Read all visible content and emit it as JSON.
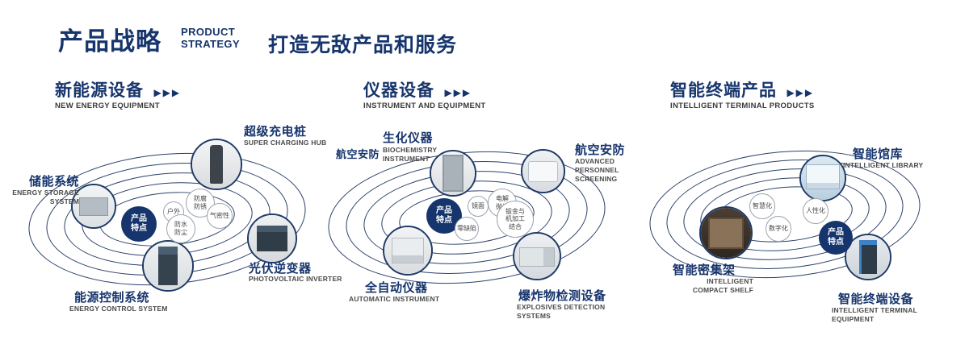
{
  "header": {
    "title_cn": "产品战略",
    "title_en_line1": "PRODUCT",
    "title_en_line2": "STRATEGY",
    "slogan": "打造无敌产品和服务"
  },
  "icons": {
    "triple_arrow": "▶▶▶"
  },
  "colors": {
    "navy": "#17356d",
    "ring": "#2c4168",
    "bubble_border": "#9aa3ad"
  },
  "sections": [
    {
      "title": "新能源设备",
      "subtitle": "NEW ENERGY EQUIPMENT",
      "center_label": "产品特点",
      "features": [
        "户外",
        "防腐防锈",
        "气密性",
        "防水防尘"
      ],
      "products": [
        {
          "name": "储能系统",
          "name_en": "ENERGY STORAGE SYSTEM"
        },
        {
          "name": "超级充电桩",
          "name_en": "SUPER CHARGING HUB"
        },
        {
          "name": "光伏逆变器",
          "name_en": "PHOTOVOLTAIC INVERTER"
        },
        {
          "name": "能源控制系统",
          "name_en": "ENERGY CONTROL SYSTEM"
        }
      ]
    },
    {
      "title": "仪器设备",
      "subtitle": "INSTRUMENT AND EQUIPMENT",
      "center_label": "产品特点",
      "side_label": "航空安防",
      "features": [
        "镜面",
        "电解抛光",
        "零缺陷",
        "钣金与机加工结合"
      ],
      "products": [
        {
          "name": "生化仪器",
          "name_en": "BIOCHEMISTRY INSTRUMENT"
        },
        {
          "name": "航空安防",
          "name_en": "ADVANCED PERSONNEL SCREENING"
        },
        {
          "name": "全自动仪器",
          "name_en": "AUTOMATIC INSTRUMENT"
        },
        {
          "name": "爆炸物检测设备",
          "name_en": "EXPLOSIVES DETECTION SYSTEMS"
        }
      ]
    },
    {
      "title": "智能终端产品",
      "subtitle": "INTELLIGENT TERMINAL PRODUCTS",
      "center_label": "产品特点",
      "features": [
        "智慧化",
        "人性化",
        "数字化"
      ],
      "products": [
        {
          "name": "智能馆库",
          "name_en": "INTELLIGENT LIBRARY"
        },
        {
          "name": "智能密集架",
          "name_en": "INTELLIGENT COMPACT SHELF"
        },
        {
          "name": "智能终端设备",
          "name_en": "INTELLIGENT TERMINAL EQUIPMENT"
        }
      ]
    }
  ]
}
